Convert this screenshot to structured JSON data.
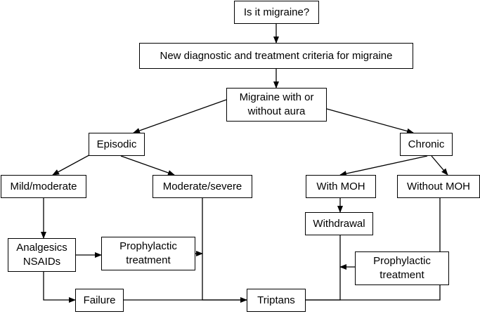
{
  "nodes": {
    "is_migraine": "Is it migraine?",
    "new_criteria": "New diagnostic and treatment criteria for migraine",
    "migraine_aura": "Migraine with or\nwithout aura",
    "episodic": "Episodic",
    "chronic": "Chronic",
    "mild_moderate": "Mild/moderate",
    "moderate_severe": "Moderate/severe",
    "with_moh": "With MOH",
    "without_moh": "Without MOH",
    "withdrawal": "Withdrawal",
    "analgesics": "Analgesics\nNSAIDs",
    "prophylactic_left": "Prophylactic\ntreatment",
    "prophylactic_right": "Prophylactic\ntreatment",
    "failure": "Failure",
    "triptans": "Triptans"
  },
  "edges": [
    {
      "from": "is_migraine",
      "to": "new_criteria"
    },
    {
      "from": "new_criteria",
      "to": "migraine_aura"
    },
    {
      "from": "migraine_aura",
      "to": "episodic"
    },
    {
      "from": "migraine_aura",
      "to": "chronic"
    },
    {
      "from": "episodic",
      "to": "mild_moderate"
    },
    {
      "from": "episodic",
      "to": "moderate_severe"
    },
    {
      "from": "chronic",
      "to": "with_moh"
    },
    {
      "from": "chronic",
      "to": "without_moh"
    },
    {
      "from": "mild_moderate",
      "to": "analgesics"
    },
    {
      "from": "with_moh",
      "to": "withdrawal"
    },
    {
      "from": "analgesics",
      "to": "prophylactic_left"
    },
    {
      "from": "analgesics",
      "to": "failure"
    },
    {
      "from": "failure",
      "to": "triptans"
    },
    {
      "from": "prophylactic_left",
      "to": "moderate_severe"
    },
    {
      "from": "moderate_severe",
      "to": "triptans"
    },
    {
      "from": "prophylactic_right",
      "to": "withdrawal"
    },
    {
      "from": "withdrawal",
      "to": "triptans"
    },
    {
      "from": "without_moh",
      "to": "prophylactic_right"
    },
    {
      "from": "without_moh",
      "to": "triptans"
    }
  ]
}
